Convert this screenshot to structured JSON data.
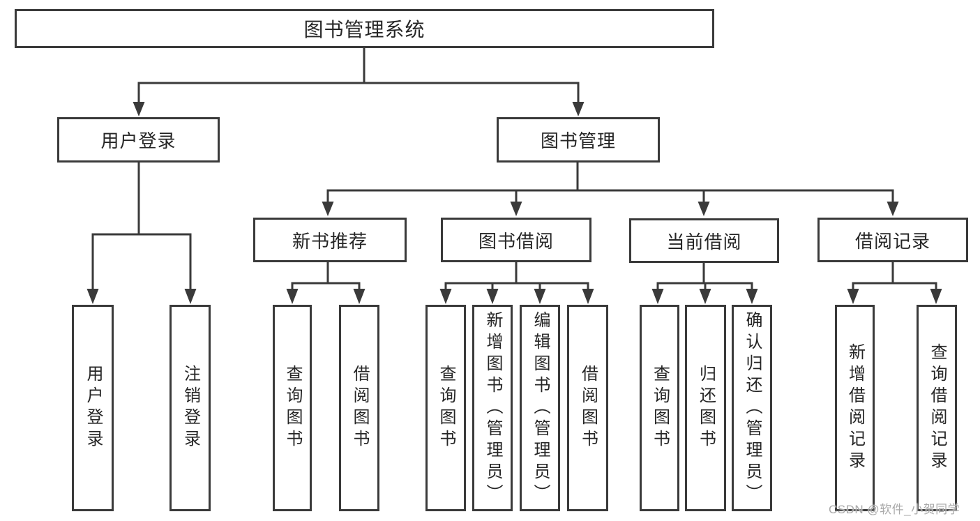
{
  "nodes": {
    "root": "图书管理系统",
    "level2": [
      "用户登录",
      "图书管理"
    ],
    "level3": [
      "新书推荐",
      "图书借阅",
      "当前借阅",
      "借阅记录"
    ],
    "leaves": {
      "user_login": [
        "用户登录",
        "注销登录"
      ],
      "new_book_recommend": [
        "查询图书",
        "借阅图书"
      ],
      "book_borrow": [
        "查询图书",
        "新增图书（管理员）",
        "编辑图书（管理员）",
        "借阅图书"
      ],
      "current_borrow": [
        "查询图书",
        "归还图书",
        "确认归还（管理员）"
      ],
      "borrow_records": [
        "新增借阅记录",
        "查询借阅记录"
      ]
    }
  },
  "watermark": {
    "text": "CSDN @软件_小贺同学"
  },
  "colors": {
    "line": "#3a3a3a",
    "text": "#262626",
    "background": "#ffffff",
    "watermark": "#a9a9a9"
  }
}
